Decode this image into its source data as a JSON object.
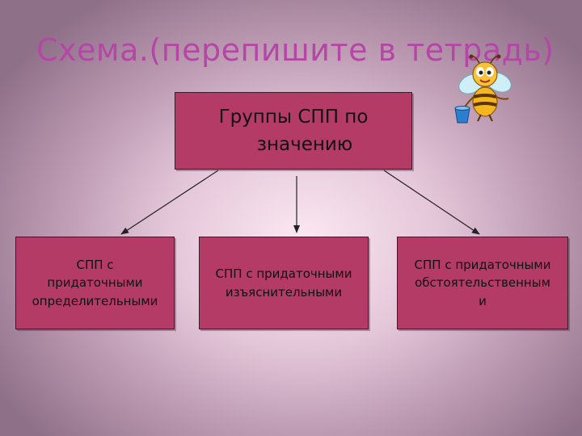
{
  "title": "Схема.(перепишите в тетрадь)",
  "root": {
    "line1": "Группы СПП по",
    "line2": "значению"
  },
  "children": [
    {
      "lines": [
        "СПП с",
        "придаточными",
        "определительными"
      ]
    },
    {
      "lines": [
        "СПП с придаточными",
        "изъяснительными"
      ]
    },
    {
      "lines": [
        "СПП с придаточными",
        "обстоятельственным",
        "и"
      ]
    }
  ],
  "colors": {
    "title": "#b546a6",
    "box_fill": "#b33b66",
    "box_border": "#3a1c28",
    "arrow": "#222222"
  },
  "decoration": "bee-icon"
}
